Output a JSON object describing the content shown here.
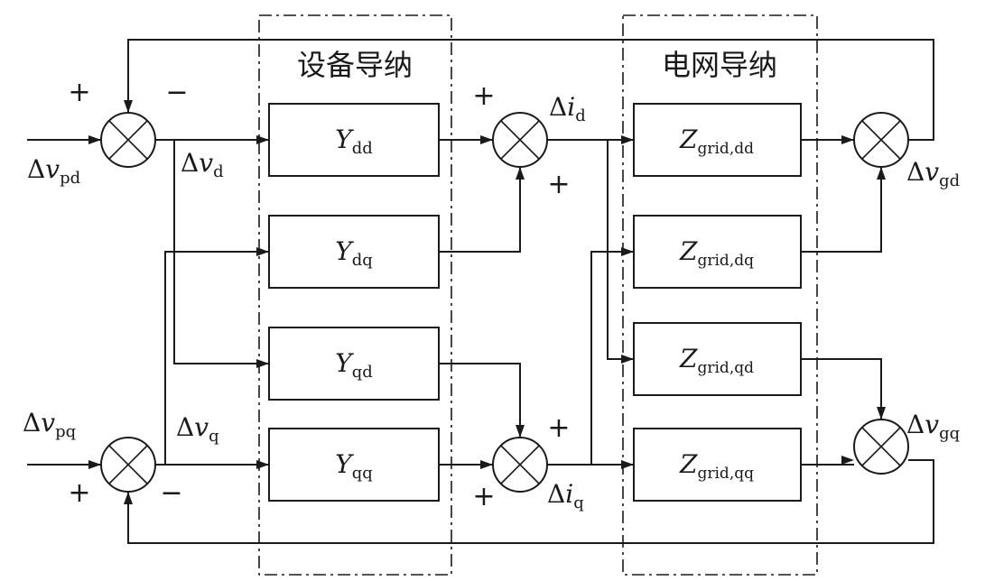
{
  "groups": {
    "device": "设备导纳",
    "grid": "电网导纳"
  },
  "blocks": [
    {
      "id": "ydd",
      "base": "Y",
      "sub": "dd"
    },
    {
      "id": "ydq",
      "base": "Y",
      "sub": "dq"
    },
    {
      "id": "yqd",
      "base": "Y",
      "sub": "qd"
    },
    {
      "id": "yqq",
      "base": "Y",
      "sub": "qq"
    },
    {
      "id": "zdd",
      "base": "Z",
      "sub": "grid,dd"
    },
    {
      "id": "zdq",
      "base": "Z",
      "sub": "grid,dq"
    },
    {
      "id": "zqd",
      "base": "Z",
      "sub": "grid,qd"
    },
    {
      "id": "zqq",
      "base": "Z",
      "sub": "grid,qq"
    }
  ],
  "signals": {
    "vpd": {
      "delta": "Δ",
      "base": "v",
      "sub": "pd"
    },
    "vpq": {
      "delta": "Δ",
      "base": "v",
      "sub": "pq"
    },
    "vd": {
      "delta": "Δ",
      "base": "v",
      "sub": "d"
    },
    "vq": {
      "delta": "Δ",
      "base": "v",
      "sub": "q"
    },
    "id": {
      "delta": "Δ",
      "base": "i",
      "sub": "d"
    },
    "iq": {
      "delta": "Δ",
      "base": "i",
      "sub": "q"
    },
    "vgd": {
      "delta": "Δ",
      "base": "v",
      "sub": "gd"
    },
    "vgq": {
      "delta": "Δ",
      "base": "v",
      "sub": "gq"
    }
  },
  "signs": {
    "plus": "+",
    "minus": "−"
  }
}
